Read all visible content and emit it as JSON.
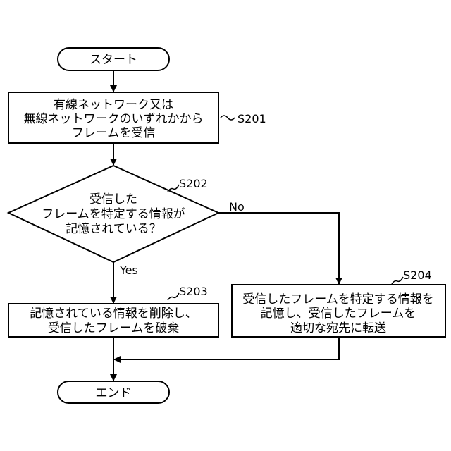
{
  "nodes": {
    "start": {
      "label": "スタート"
    },
    "s201": {
      "step": "S201",
      "lines": [
        "有線ネットワーク又は",
        "無線ネットワークのいずれかから",
        "フレームを受信"
      ]
    },
    "s202": {
      "step": "S202",
      "lines": [
        "受信した",
        "フレームを特定する情報が",
        "記憶されている？"
      ]
    },
    "s203": {
      "step": "S203",
      "lines": [
        "記憶されている情報を削除し、",
        "受信したフレームを破棄"
      ]
    },
    "s204": {
      "step": "S204",
      "lines": [
        "受信したフレームを特定する情報を",
        "記憶し、受信したフレームを",
        "適切な宛先に転送"
      ]
    },
    "end": {
      "label": "エンド"
    }
  },
  "edges": {
    "no": "No",
    "yes": "Yes"
  }
}
